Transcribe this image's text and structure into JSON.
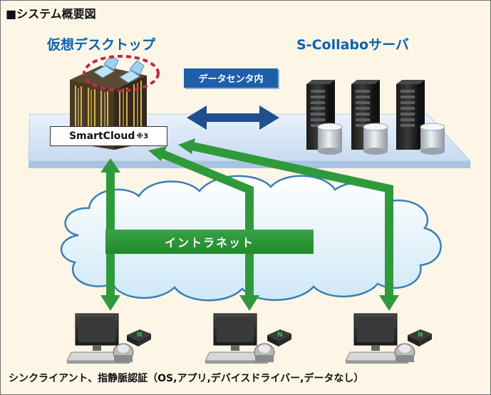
{
  "title": "■システム概要図",
  "labels": {
    "virtual_desktop": "仮想デスクトップ",
    "server": "S-Collaboサーバ",
    "datacenter": "データセンタ内",
    "smartcloud": "SmartCloud",
    "smartcloud_note": "※3",
    "intranet": "イントラネット",
    "client_caption": "シンクライアント、指静脈認証（OS,アプリ,デバイスドライバー,データなし）"
  },
  "colors": {
    "background": "#fdf6e6",
    "header_blue": "#0b62a8",
    "arrow_green": "#2f9a3c",
    "arrow_blue": "#1f4f8f",
    "platform": "#d8e6f6"
  },
  "icons": [
    "laptop-icon",
    "server-rack-icon",
    "database-cylinder-icon",
    "cloud-icon",
    "thin-client-pc-icon",
    "vein-scanner-icon",
    "device-n-icon"
  ]
}
